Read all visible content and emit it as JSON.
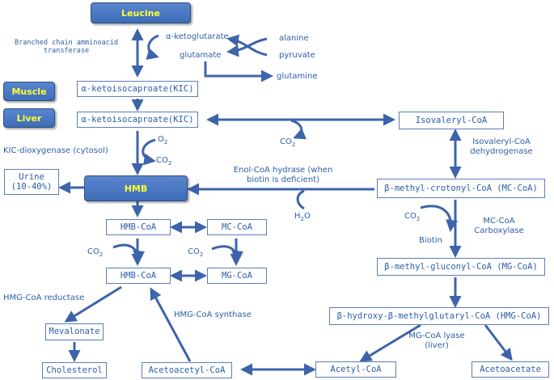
{
  "boxes": {
    "leucine": "Leucine",
    "muscle": "Muscle",
    "liver": "Liver",
    "kic_muscle": "α-ketoisocaproate(KIC)",
    "kic_liver": "α-ketoisocaproate(KIC)",
    "urine_line1": "Urine",
    "urine_line2": "(10-40%)",
    "hmb": "HMB",
    "hmb_coa_top": "HMB-CoA",
    "mc_coa_small": "MC-CoA",
    "hmb_coa_bottom": "HMB-CoA",
    "mg_coa_small": "MG-CoA",
    "mevalonate": "Mevalonate",
    "cholesterol": "Cholesterol",
    "acetoacetyl_coa": "Acetoacetyl-CoA",
    "acetyl_coa": "Acetyl-CoA",
    "acetoacetate": "Acetoacetate",
    "isovaleryl_coa": "Isovaleryl-CoA",
    "mc_coa": "β-methyl-crotonyl-CoA (MC-CoA)",
    "mg_coa": "β-methyl-gluconyl-CoA (MG-CoA)",
    "hmg_coa": "β-hydroxy-β-methylglutaryl-CoA (HMG-CoA)"
  },
  "labels": {
    "bcat_line1": "Branched chain amminoacid",
    "bcat_line2": "transferase",
    "a_ketoglutarate": "α-ketoglutarate",
    "glutamate": "glutamate",
    "alanine": "alanine",
    "pyruvate": "pyruvate",
    "glutamine": "glutamine",
    "kic_dioxygenase": "KIC-dioxygenase (cytosol)",
    "o2_text": "O",
    "o2_sub": "2",
    "co2_dioxy_text": "CO",
    "co2_dioxy_sub": "2",
    "co2_top_text": "CO",
    "co2_top_sub": "2",
    "enol_line1": "Enol-CoA hydrase (when",
    "enol_line2": "biotin is deficient)",
    "h2o_h": "H",
    "h2o_sub": "2",
    "h2o_o": "O",
    "ivd_line1": "Isovaleryl-CoA",
    "ivd_line2": "dehydrogenase",
    "co2_biotin_text": "CO",
    "co2_biotin_sub": "2",
    "biotin": "Biotin",
    "mcc_line1": "MC-CoA",
    "mcc_line2": "Carboxylase",
    "co2_left_text": "CO",
    "co2_left_sub": "2",
    "co2_mid_text": "CO",
    "co2_mid_sub": "2",
    "hmg_reductase": "HMG-CoA reductase",
    "hmg_synthase": "HMG-CoA synthase",
    "lyase_line1": "MG-CoA lyase",
    "lyase_line2": "(liver)"
  },
  "colors": {
    "arrow": "#3d64aa",
    "text": "#2c5ea8",
    "box_border": "#5b7fb8",
    "filled_box": "#4a78c4",
    "filled_text": "#ffff33"
  }
}
